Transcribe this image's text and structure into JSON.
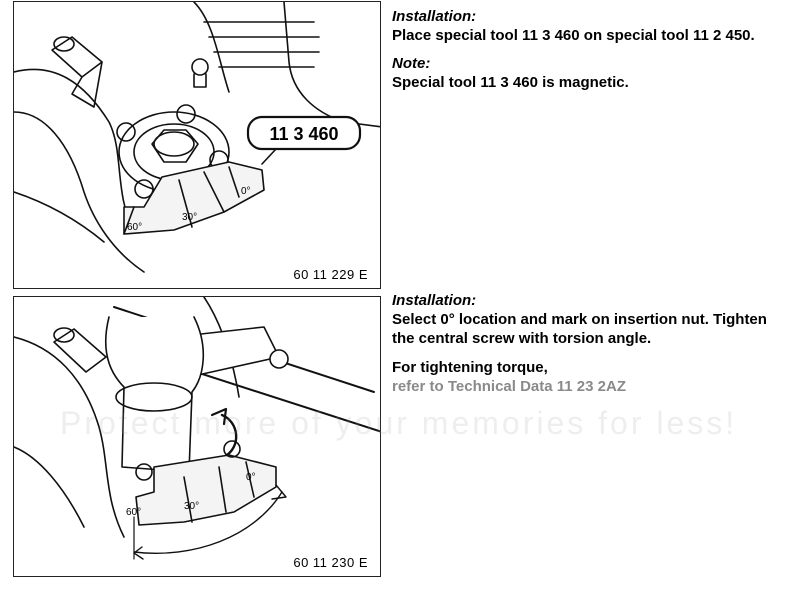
{
  "figure_top": {
    "callout_label": "11 3 460",
    "scale_0": "0°",
    "scale_30": "30°",
    "scale_60": "60°",
    "figure_code": "60 11 229 E"
  },
  "figure_bottom": {
    "scale_0": "0°",
    "scale_30": "30°",
    "scale_60": "60°",
    "figure_code": "60 11 230 E"
  },
  "step1": {
    "heading": "Installation:",
    "text": "Place special tool 11 3 460 on special tool 11 2 450."
  },
  "note": {
    "heading": "Note:",
    "text": "Special tool 11 3 460 is magnetic."
  },
  "step2": {
    "heading": "Installation:",
    "text_line1": "Select 0° location and mark on insertion nut. Tighten",
    "text_line2": "the central screw with torsion angle."
  },
  "torque": {
    "label": "For tightening torque,",
    "reference": "refer to Technical Data 11 23 2AZ"
  },
  "watermark": "Protect more of your memories for less!"
}
